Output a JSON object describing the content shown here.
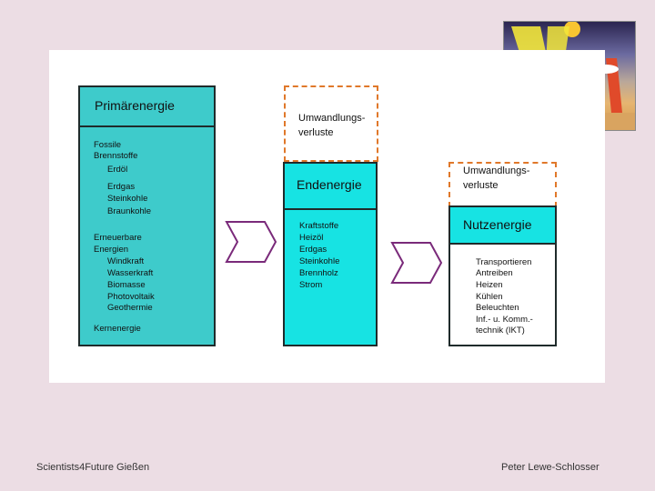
{
  "primary": {
    "title": "Primärenergie",
    "fossil_heading_1": "Fossile",
    "fossil_heading_2": "Brennstoffe",
    "fossil_items": [
      "Erdöl",
      "Erdgas",
      "Steinkohle",
      "Braunkohle"
    ],
    "renew_heading_1": "Erneuerbare",
    "renew_heading_2": "Energien",
    "renew_items": [
      "Windkraft",
      "Wasserkraft",
      "Biomasse",
      "Photovoltaik",
      "Geothermie"
    ],
    "nuclear": "Kernenergie"
  },
  "loss1": {
    "line1": "Umwandlungs-",
    "line2": "verluste"
  },
  "end": {
    "title": "Endenergie",
    "items": [
      "Kraftstoffe",
      "Heizöl",
      "Erdgas",
      "Steinkohle",
      "Brennholz",
      "Strom"
    ]
  },
  "loss2": {
    "line1": "Umwandlungs-",
    "line2": "verluste"
  },
  "useful": {
    "title": "Nutzenergie",
    "items": [
      "Transportieren",
      "Antreiben",
      "Heizen",
      "Kühlen",
      "Beleuchten",
      "Inf.- u. Komm.-",
      "technik (IKT)"
    ]
  },
  "footer": {
    "left": "Scientists4Future   Gießen",
    "right": "Peter Lewe-Schlosser"
  },
  "colors": {
    "cyan": "#3ecbcb",
    "bright_cyan": "#17e3e3",
    "dashed": "#e0782a",
    "arrow": "#7a2a7a",
    "background": "#ecdde4"
  }
}
